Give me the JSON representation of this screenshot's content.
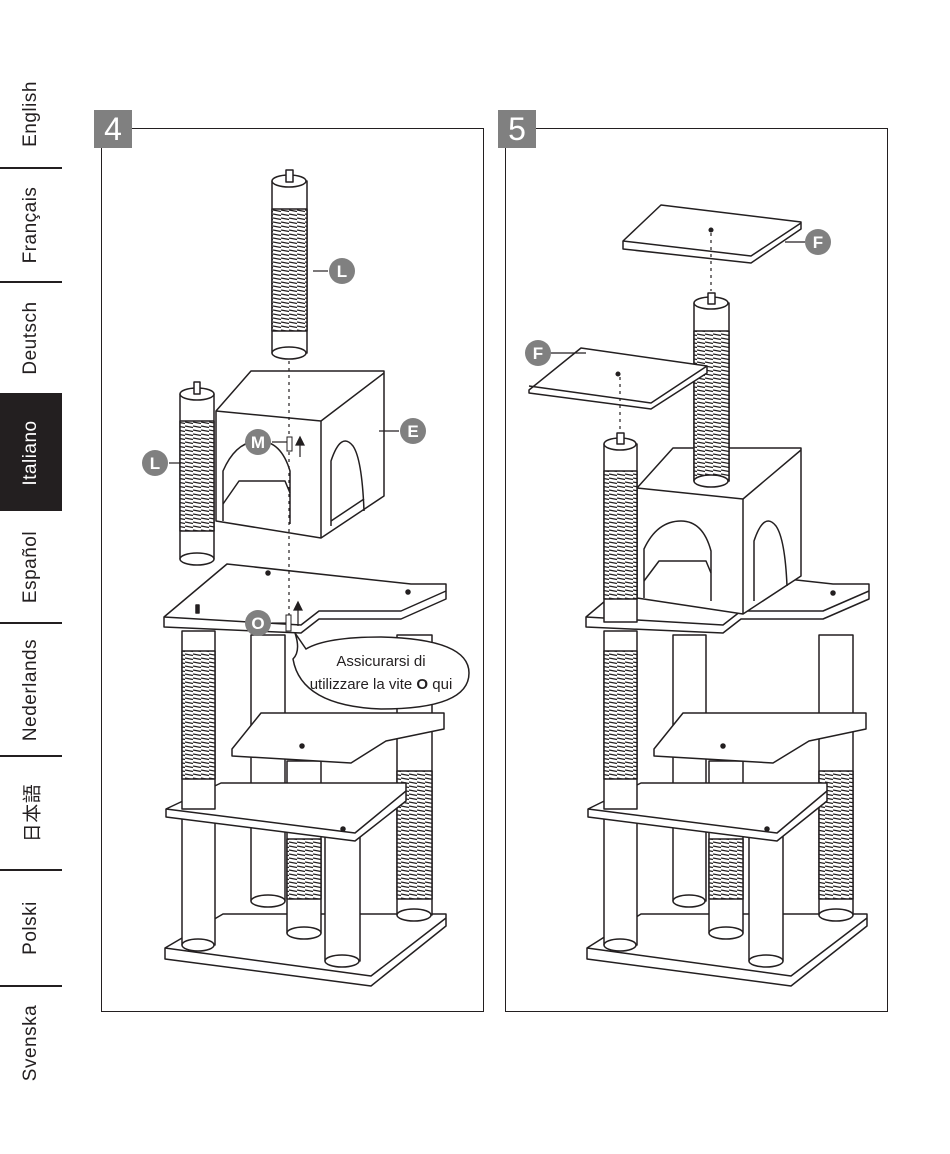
{
  "languages": [
    {
      "label": "English",
      "active": false
    },
    {
      "label": "Français",
      "active": false
    },
    {
      "label": "Deutsch",
      "active": false
    },
    {
      "label": "Italiano",
      "active": true
    },
    {
      "label": "Español",
      "active": false
    },
    {
      "label": "Nederlands",
      "active": false
    },
    {
      "label": "日本語",
      "active": false
    },
    {
      "label": "Polski",
      "active": false
    },
    {
      "label": "Svenska",
      "active": false
    }
  ],
  "steps": [
    {
      "number": "4",
      "parts": {
        "post": "L",
        "screw_m": "M",
        "screw_o": "O",
        "condo": "E"
      },
      "callout": {
        "line1": "Assicurarsi di",
        "line2_before": "utilizzare la vite ",
        "line2_bold": "O",
        "line2_after": " qui"
      }
    },
    {
      "number": "5",
      "parts": {
        "platform": "F"
      }
    }
  ],
  "colors": {
    "ink": "#231f20",
    "badge": "#808080",
    "active_tab": "#231f20"
  }
}
